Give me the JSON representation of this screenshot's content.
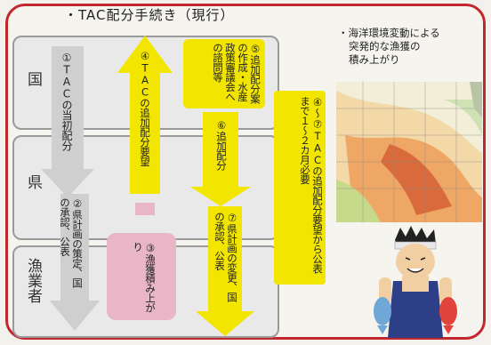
{
  "title": "・TAC配分手続き（現行）",
  "levels": {
    "national": "国",
    "prefecture": "県",
    "fishers": "漁業者"
  },
  "steps": {
    "s1": "①TACの当初配分",
    "s2": "②県計画の策定、国の承認、公表",
    "s3": "③漁獲積み上がり",
    "s4": "④TACの追加配分要望",
    "s5": "⑤追加配分案の作成・水産政策審議会への諮問等",
    "s6": "⑥追加配分",
    "s7": "⑦県計画の変更、国の承認、公表",
    "s47": "④～⑦TACの追加配分要望から公表まで１～２カ月必要"
  },
  "side_caption": [
    "・海洋環境変動による",
    "突発的な漁獲の",
    "積み上がり"
  ],
  "colors": {
    "frame": "#c2272d",
    "yellow": "#f2e600",
    "pink": "#e8b6c6",
    "arrow_gray": "#c9c9c9"
  }
}
